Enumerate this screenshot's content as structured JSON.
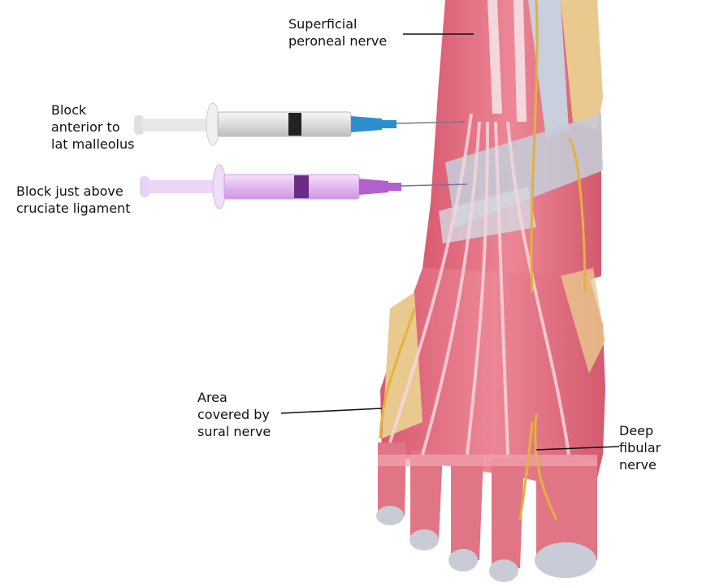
{
  "labels": {
    "superficial": [
      "Superficial",
      "peroneal nerve"
    ],
    "block_anterior": [
      "Block",
      "anterior to",
      "lat malleolus"
    ],
    "block_above": [
      "Block just above",
      "cruciate ligament"
    ],
    "sural": [
      "Area",
      "covered by",
      "sural nerve"
    ],
    "deep": [
      "Deep",
      "fibular",
      "nerve"
    ]
  },
  "colors": {
    "muscle": "#e07585",
    "muscle_light": "#f2a5b0",
    "tendon": "#f4d6dc",
    "nerve": "#e2b23c",
    "retinaculum": "#c6cad6",
    "bone": "#e9c98e",
    "syringe_needle_blue": "#2e8fd0",
    "syringe_purple": "#b25fd0"
  }
}
